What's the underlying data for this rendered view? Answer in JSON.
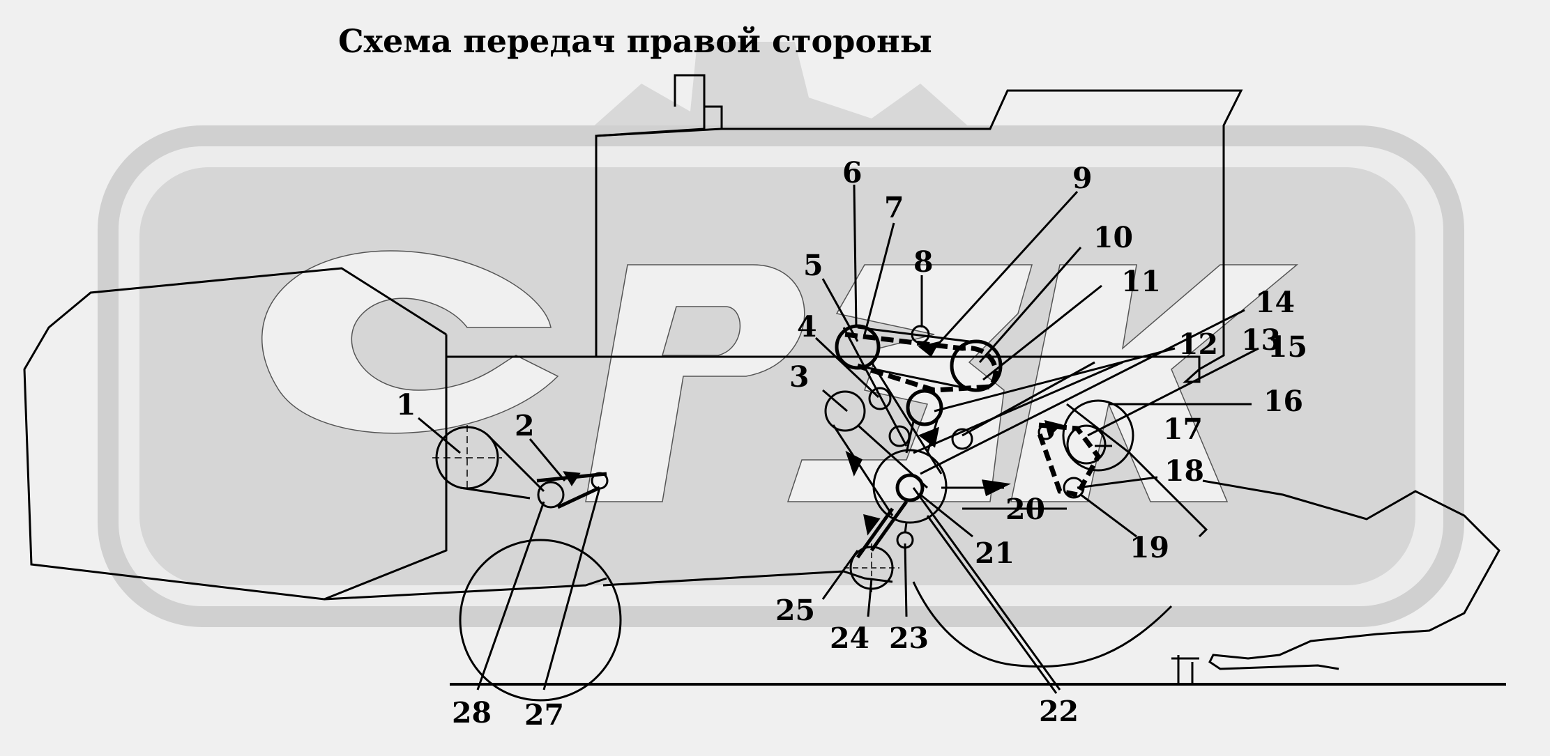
{
  "title": "Схема передач правой стороны",
  "watermark": "СРЗК",
  "colors": {
    "background": "#f0f0f0",
    "watermark": "#d6d6d6",
    "line": "#000000"
  },
  "callouts": [
    {
      "id": "1",
      "text": "1"
    },
    {
      "id": "2",
      "text": "2"
    },
    {
      "id": "3",
      "text": "3"
    },
    {
      "id": "4",
      "text": "4"
    },
    {
      "id": "5",
      "text": "5"
    },
    {
      "id": "6",
      "text": "6"
    },
    {
      "id": "7",
      "text": "7"
    },
    {
      "id": "8",
      "text": "8"
    },
    {
      "id": "9",
      "text": "9"
    },
    {
      "id": "10",
      "text": "10"
    },
    {
      "id": "11",
      "text": "11"
    },
    {
      "id": "12",
      "text": "12"
    },
    {
      "id": "13",
      "text": "13"
    },
    {
      "id": "14",
      "text": "14"
    },
    {
      "id": "15",
      "text": "15"
    },
    {
      "id": "16",
      "text": "16"
    },
    {
      "id": "17",
      "text": "17"
    },
    {
      "id": "18",
      "text": "18"
    },
    {
      "id": "19",
      "text": "19"
    },
    {
      "id": "20",
      "text": "20"
    },
    {
      "id": "21",
      "text": "21"
    },
    {
      "id": "22",
      "text": "22"
    },
    {
      "id": "23",
      "text": "23"
    },
    {
      "id": "24",
      "text": "24"
    },
    {
      "id": "25",
      "text": "25"
    },
    {
      "id": "27",
      "text": "27"
    },
    {
      "id": "28",
      "text": "28"
    }
  ]
}
